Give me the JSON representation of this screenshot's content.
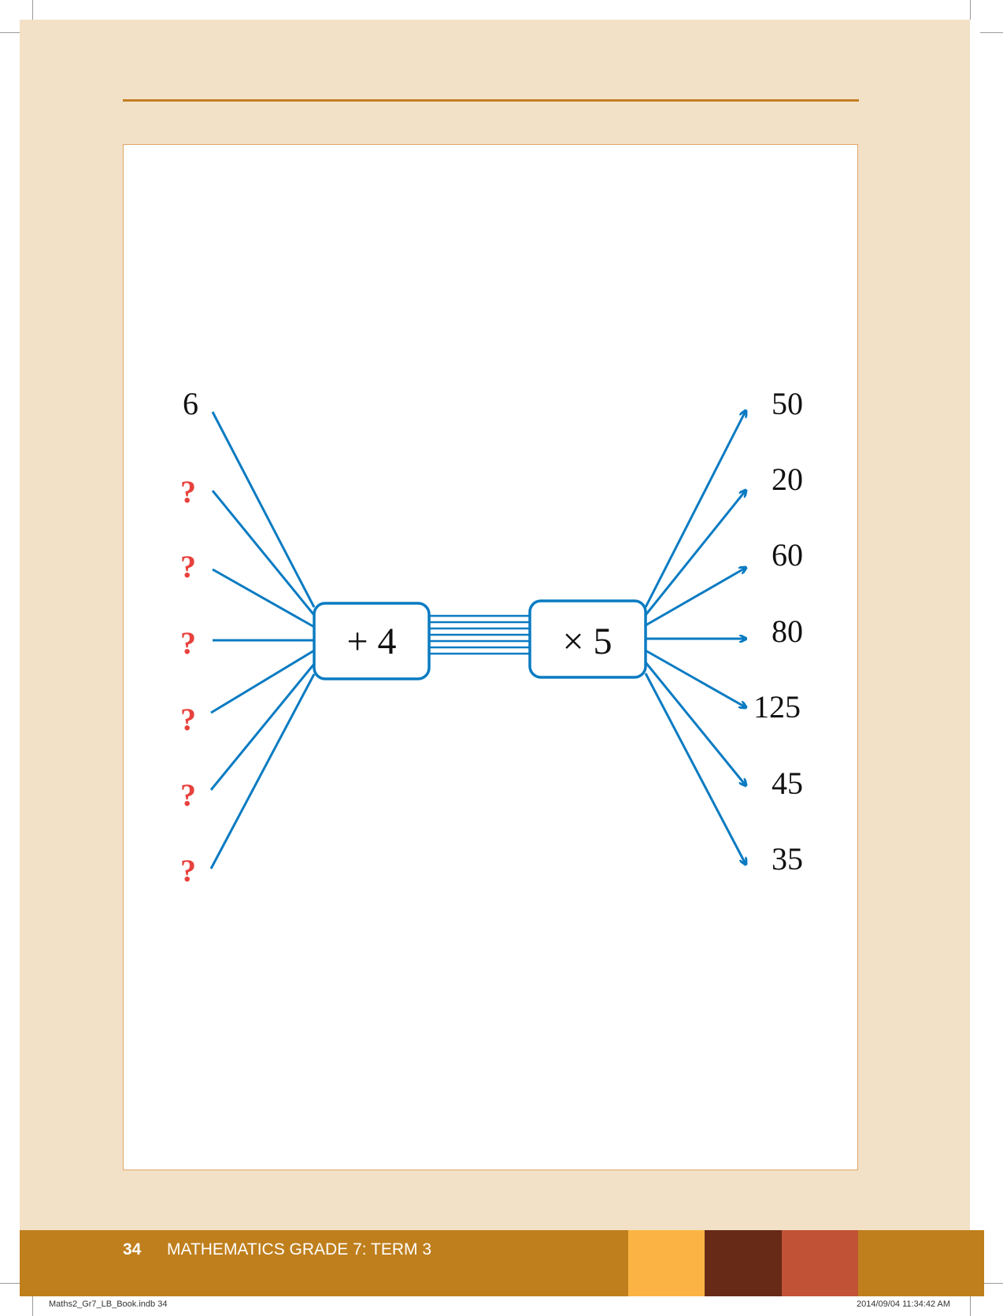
{
  "diagram": {
    "input_known": "6",
    "unknown_marker": "?",
    "inputs": [
      "6",
      "?",
      "?",
      "?",
      "?",
      "?",
      "?"
    ],
    "operator_1": "+ 4",
    "operator_2": "× 5",
    "outputs": [
      "50",
      "20",
      "60",
      "80",
      "125",
      "45",
      "35"
    ],
    "colors": {
      "arrow": "#0a7bc2",
      "question": "#e8413c",
      "text": "#111111"
    }
  },
  "footer": {
    "page_number": "34",
    "title": "MATHEMATICS GRADE 7: TERM 3",
    "swatches": [
      "#fbb444",
      "#672a17",
      "#c25236"
    ]
  },
  "slug": {
    "file": "Maths2_Gr7_LB_Book.indb   34",
    "timestamp": "2014/09/04   11:34:42 AM"
  }
}
